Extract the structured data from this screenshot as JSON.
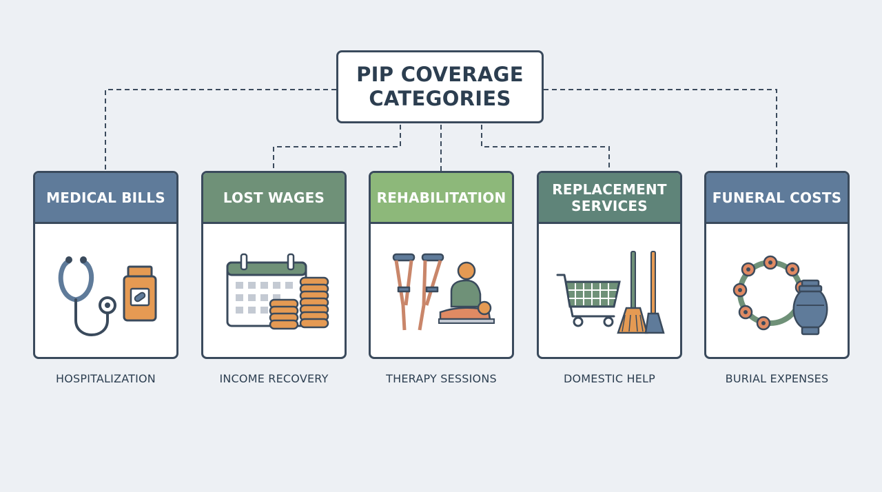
{
  "title": "PIP COVERAGE CATEGORIES",
  "colors": {
    "background": "#edf0f4",
    "outline": "#3a4a5c",
    "header_blue": "#5f7b9a",
    "header_green": "#6f9178",
    "header_light_green": "#8db87a",
    "header_teal": "#5f8479",
    "accent_orange": "#e59a53",
    "accent_coral": "#e08a63"
  },
  "categories": [
    {
      "label": "MEDICAL BILLS",
      "caption": "HOSPITALIZATION",
      "icon": "stethoscope-pill-bottle-icon",
      "header_color": "#5f7b9a"
    },
    {
      "label": "LOST WAGES",
      "caption": "INCOME RECOVERY",
      "icon": "calendar-coins-icon",
      "header_color": "#6f9178"
    },
    {
      "label": "REHABILITATION",
      "caption": "THERAPY SESSIONS",
      "icon": "crutches-therapy-icon",
      "header_color": "#8db87a"
    },
    {
      "label": "REPLACEMENT SERVICES",
      "caption": "DOMESTIC HELP",
      "icon": "cart-broom-icon",
      "header_color": "#5f8479"
    },
    {
      "label": "FUNERAL COSTS",
      "caption": "BURIAL EXPENSES",
      "icon": "wreath-urn-icon",
      "header_color": "#5f7b9a"
    }
  ]
}
